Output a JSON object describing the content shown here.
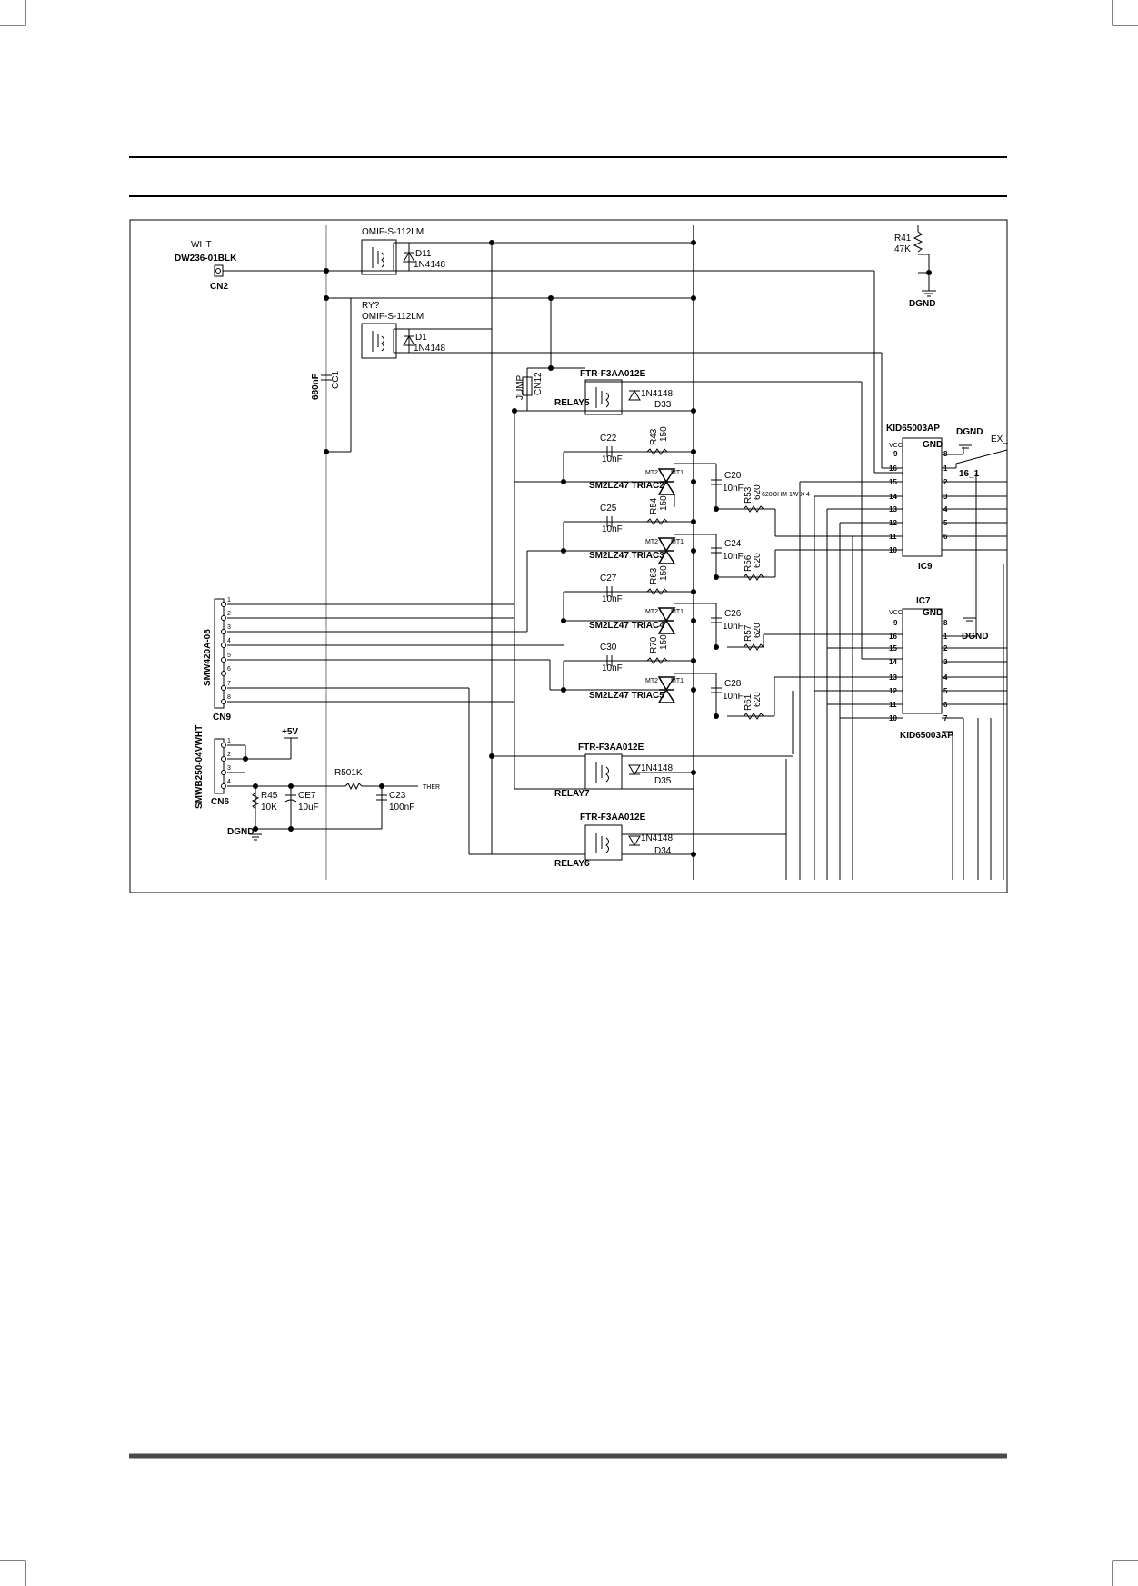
{
  "labels": {
    "wht": "WHT",
    "dw236": "DW236-01BLK",
    "cn2": "CN2",
    "omif1": "OMIF-S-112LM",
    "d11": "D11",
    "d11_val": "1N4148",
    "ry": "RY?",
    "omif2": "OMIF-S-112LM",
    "d1": "D1",
    "d1_val": "1N4148",
    "cap680": "680nF",
    "cc1": "CC1",
    "jump": "JUMP",
    "cn12": "CN12",
    "ftr5": "FTR-F3AA012E",
    "relay5": "RELAY5",
    "d33_val": "1N4148",
    "d33": "D33",
    "r41": "R41",
    "r41_val": "47K",
    "dgnd_top": "DGND",
    "kid9": "KID65003AP",
    "dgnd_ic9": "DGND",
    "ex": "EX_",
    "vcc9": "VCC",
    "gnd9": "GND",
    "ic9": "IC9",
    "net16": "16_1",
    "c22": "C22",
    "c22_val": "10nF",
    "r43": "R43",
    "r43_val": "150",
    "triac2": "SM2LZ47 TRIAC2",
    "c20": "C20",
    "c20_val": "10nF",
    "r53": "R53",
    "r53_val": "620",
    "ohm_note": "620OHM 1W X 4",
    "r54": "R54",
    "r54_val": "150",
    "c25": "C25",
    "c25_val": "10nF",
    "triac3": "SM2LZ47 TRIAC3",
    "c24": "C24",
    "c24_val": "10nF",
    "r56": "R56",
    "r56_val": "620",
    "r63": "R63",
    "r63_val": "150",
    "c27": "C27",
    "c27_val": "10nF",
    "triac4": "SM2LZ47 TRIAC4",
    "c26": "C26",
    "c26_val": "10nF",
    "r57": "R57",
    "r57_val": "620",
    "r70": "R70",
    "r70_val": "150",
    "c30": "C30",
    "c30_val": "10nF",
    "triac5": "SM2LZ47 TRIAC5",
    "c28": "C28",
    "c28_val": "10nF",
    "r61": "R61",
    "r61_val": "620",
    "mt2": "MT2",
    "mt1": "MT1",
    "smw": "SMW420A-08",
    "cn9": "CN9",
    "ic7": "IC7",
    "vcc7": "VCC",
    "gnd7": "GND",
    "dgnd_ic7": "DGND",
    "kid7": "KID65003AP",
    "smwb": "SMWB250-04VWHT",
    "cn6": "CN6",
    "v5": "+5V",
    "r45": "R45",
    "r45_val": "10K",
    "ce7": "CE7",
    "ce7_val": "10uF",
    "r50": "R501K",
    "c23": "C23",
    "c23_val": "100nF",
    "ther": "THER",
    "dgnd_cn6": "DGND",
    "ftr7": "FTR-F3AA012E",
    "relay7": "RELAY7",
    "d35_val": "1N4148",
    "d35": "D35",
    "ftr6": "FTR-F3AA012E",
    "relay6": "RELAY6",
    "d34_val": "1N4148",
    "d34": "D34"
  },
  "ic9_pins": {
    "left": [
      "16",
      "15",
      "14",
      "13",
      "12",
      "11",
      "10"
    ],
    "right": [
      "1",
      "2",
      "3",
      "4",
      "5",
      "6"
    ],
    "top_left": "9",
    "top_right": "8"
  },
  "ic7_pins": {
    "left": [
      "16",
      "15",
      "14",
      "13",
      "12",
      "11",
      "10"
    ],
    "right": [
      "1",
      "2",
      "3",
      "4",
      "5",
      "6",
      "7"
    ],
    "top_left": "9",
    "top_right": "8"
  },
  "cn9_pins": [
    "1",
    "2",
    "3",
    "4",
    "5",
    "6",
    "7",
    "8"
  ],
  "cn6_pins": [
    "1",
    "2",
    "3",
    "4"
  ]
}
